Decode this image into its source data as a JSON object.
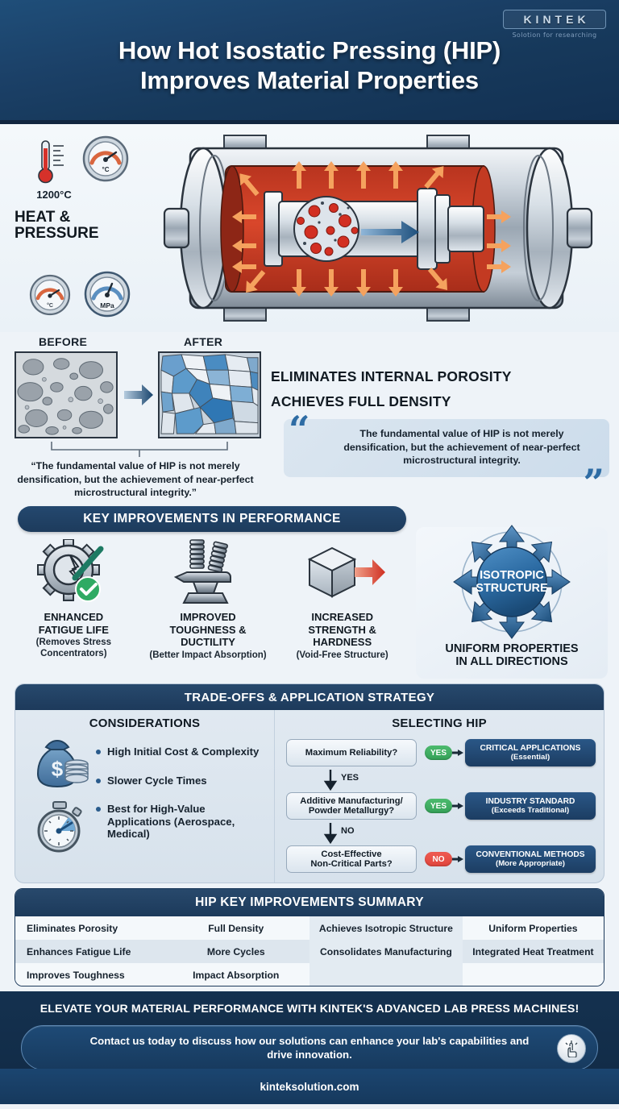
{
  "header": {
    "logo_text": "KINTEK",
    "logo_tagline": "Solotion for researching",
    "title_line1": "How Hot Isostatic Pressing (HIP)",
    "title_line2": "Improves Material Properties"
  },
  "process": {
    "temperature": "1200°C",
    "heat_pressure_label": "HEAT &\nPRESSURE",
    "gauge_temp_unit": "°C",
    "gauge_pressure_unit": "MPa",
    "gauge_small_unit": "°C"
  },
  "comparison": {
    "before_label": "BEFORE",
    "after_label": "AFTER",
    "caption_quote": "“The fundamental value of HIP is not merely densification, but the achievement of near-perfect microstructural integrity.”",
    "headline_line1": "ELIMINATES INTERNAL POROSITY",
    "headline_line2": "ACHIEVES FULL DENSITY",
    "quote_card_text": "The fundamental value of HIP is not merely densification, but the achievement of near-perfect microstructural integrity.",
    "quote_open": "“",
    "quote_close": "”"
  },
  "key_improvements": {
    "section_title": "KEY IMPROVEMENTS IN PERFORMANCE",
    "items": [
      {
        "icon": "gear-check-icon",
        "title": "ENHANCED\nFATIGUE LIFE",
        "sub": "(Removes Stress\nConcentrators)"
      },
      {
        "icon": "anvil-springs-icon",
        "title": "IMPROVED\nTOUGHNESS &\nDUCTILITY",
        "sub": "(Better Impact Absorption)"
      },
      {
        "icon": "cube-arrow-icon",
        "title": "INCREASED\nSTRENGTH &\nHARDNESS",
        "sub": "(Void-Free Structure)"
      }
    ],
    "isotropic": {
      "center_line1": "ISOTROPIC",
      "center_line2": "STRUCTURE",
      "caption_line1": "UNIFORM PROPERTIES",
      "caption_line2": "IN ALL DIRECTIONS"
    }
  },
  "tradeoffs": {
    "panel_title": "TRADE-OFFS & APPLICATION STRATEGY",
    "considerations_title": "CONSIDERATIONS",
    "considerations": [
      "High Initial Cost & Complexity",
      "Slower Cycle Times",
      "Best for High-Value Applications (Aerospace, Medical)"
    ],
    "selecting_title": "SELECTING HIP",
    "flow": [
      {
        "question": "Maximum Reliability?",
        "badge": "YES",
        "badge_type": "yes",
        "outcome_title": "CRITICAL APPLICATIONS",
        "outcome_sub": "(Essential)",
        "connector_label": "YES"
      },
      {
        "question": "Additive Manufacturing/\nPowder Metallurgy?",
        "badge": "YES",
        "badge_type": "yes",
        "outcome_title": "INDUSTRY STANDARD",
        "outcome_sub": "(Exceeds Traditional)",
        "connector_label": "NO"
      },
      {
        "question": "Cost-Effective\nNon-Critical Parts?",
        "badge": "NO",
        "badge_type": "no",
        "outcome_title": "CONVENTIONAL METHODS",
        "outcome_sub": "(More Appropriate)",
        "connector_label": ""
      }
    ]
  },
  "summary": {
    "title": "HIP KEY IMPROVEMENTS SUMMARY",
    "rows": [
      [
        "Eliminates Porosity",
        "Full Density",
        "Achieves Isotropic Structure",
        "Uniform Properties"
      ],
      [
        "Enhances Fatigue Life",
        "More Cycles",
        "Consolidates Manufacturing",
        "Integrated Heat Treatment"
      ],
      [
        "Improves Toughness",
        "Impact Absorption",
        "",
        ""
      ]
    ]
  },
  "footer": {
    "headline": "ELEVATE YOUR MATERIAL PERFORMANCE WITH KINTEK'S ADVANCED LAB PRESS MACHINES!",
    "cta_text": "Contact us today to discuss how our solutions can enhance your lab's capabilities and drive innovation.",
    "url": "kinteksolution.com"
  },
  "colors": {
    "header_blue": "#173f66",
    "panel_header": "#1d3a5b",
    "accent_blue": "#2a5787",
    "yes_green": "#3aa85d",
    "no_red": "#e0453c",
    "hot_orange": "#e05b3a",
    "page_bg": "#eef3f8"
  }
}
